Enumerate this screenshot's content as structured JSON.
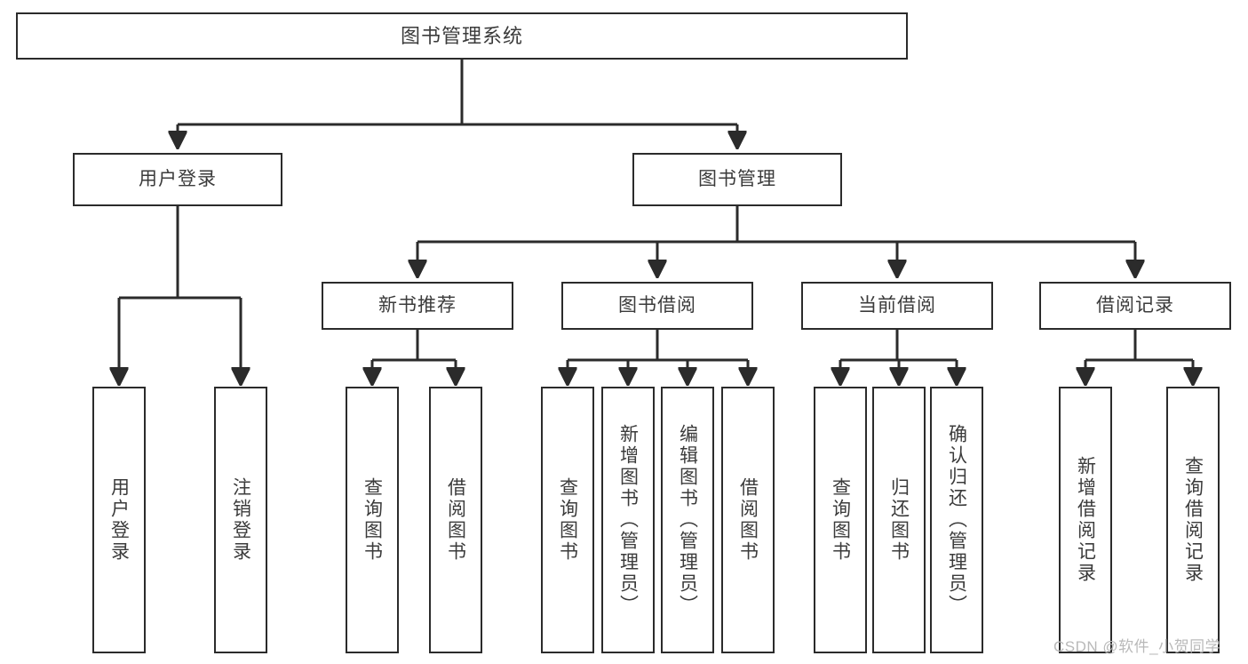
{
  "diagram": {
    "title": "图书管理系统",
    "type": "tree",
    "watermark": "CSDN @软件_小贺同学",
    "root": {
      "id": "root",
      "label": "图书管理系统"
    },
    "level2": [
      {
        "id": "user-login",
        "label": "用户登录"
      },
      {
        "id": "book-manage",
        "label": "图书管理"
      }
    ],
    "level3": [
      {
        "id": "new-book-recommend",
        "label": "新书推荐"
      },
      {
        "id": "book-borrow",
        "label": "图书借阅"
      },
      {
        "id": "current-borrow",
        "label": "当前借阅"
      },
      {
        "id": "borrow-record",
        "label": "借阅记录"
      }
    ],
    "leaves": {
      "user_login": [
        {
          "id": "leaf-user-login",
          "label": "用户登录"
        },
        {
          "id": "leaf-user-logout",
          "label": "注销登录"
        }
      ],
      "new_book_recommend": [
        {
          "id": "leaf-query-book-1",
          "label": "查询图书"
        },
        {
          "id": "leaf-borrow-book-1",
          "label": "借阅图书"
        }
      ],
      "book_borrow": [
        {
          "id": "leaf-query-book-2",
          "label": "查询图书"
        },
        {
          "id": "leaf-add-book",
          "label": "新增图书（管理员）"
        },
        {
          "id": "leaf-edit-book",
          "label": "编辑图书（管理员）"
        },
        {
          "id": "leaf-borrow-book-2",
          "label": "借阅图书"
        }
      ],
      "current_borrow": [
        {
          "id": "leaf-query-book-3",
          "label": "查询图书"
        },
        {
          "id": "leaf-return-book",
          "label": "归还图书"
        },
        {
          "id": "leaf-confirm-return",
          "label": "确认归还（管理员）"
        }
      ],
      "borrow_record": [
        {
          "id": "leaf-add-record",
          "label": "新增借阅记录"
        },
        {
          "id": "leaf-query-record",
          "label": "查询借阅记录"
        }
      ]
    },
    "colors": {
      "stroke": "#2b2b2b",
      "text": "#3b3b3b",
      "background": "#ffffff",
      "watermark": "#b9b9b9"
    }
  }
}
